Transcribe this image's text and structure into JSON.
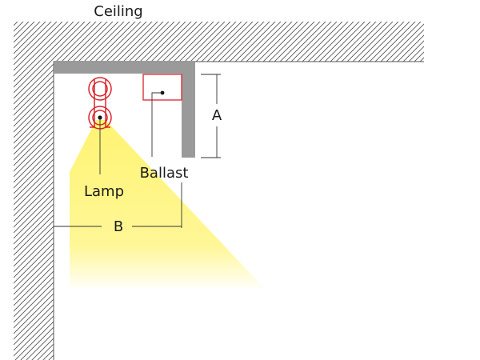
{
  "labels": {
    "ceiling": "Ceiling",
    "ballast": "Ballast",
    "lamp": "Lamp",
    "dim_a": "A",
    "dim_b": "B"
  },
  "colors": {
    "light": "#fff36b",
    "lamp_stroke": "#d9262b",
    "cove_profile": "#9a9a9a",
    "hatch": "#555555",
    "leader": "#333333"
  }
}
